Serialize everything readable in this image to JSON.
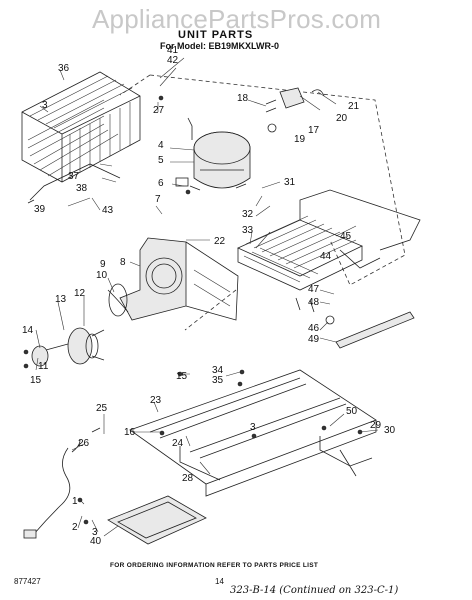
{
  "watermark": "AppliancePartsPros.com",
  "title": "UNIT PARTS",
  "model_line": "For Model: EB19MKXLWR-0",
  "footer_note": "FOR ORDERING INFORMATION REFER TO PARTS PRICE LIST",
  "page_code": "877427",
  "page_number": "14",
  "handwritten_note": "323-B-14   (Continued on 323-C-1)",
  "callouts": [
    "41",
    "42",
    "36",
    "3",
    "27",
    "18",
    "21",
    "20",
    "17",
    "19",
    "4",
    "5",
    "6",
    "31",
    "7",
    "32",
    "33",
    "22",
    "45",
    "8",
    "10",
    "12",
    "13",
    "14",
    "11",
    "15",
    "47",
    "48",
    "46",
    "49",
    "15",
    "34",
    "35",
    "23",
    "25",
    "50",
    "29",
    "30",
    "3",
    "16",
    "24",
    "28",
    "26",
    "2",
    "3",
    "1",
    "40",
    "43",
    "37",
    "38",
    "39",
    "9",
    "44"
  ]
}
